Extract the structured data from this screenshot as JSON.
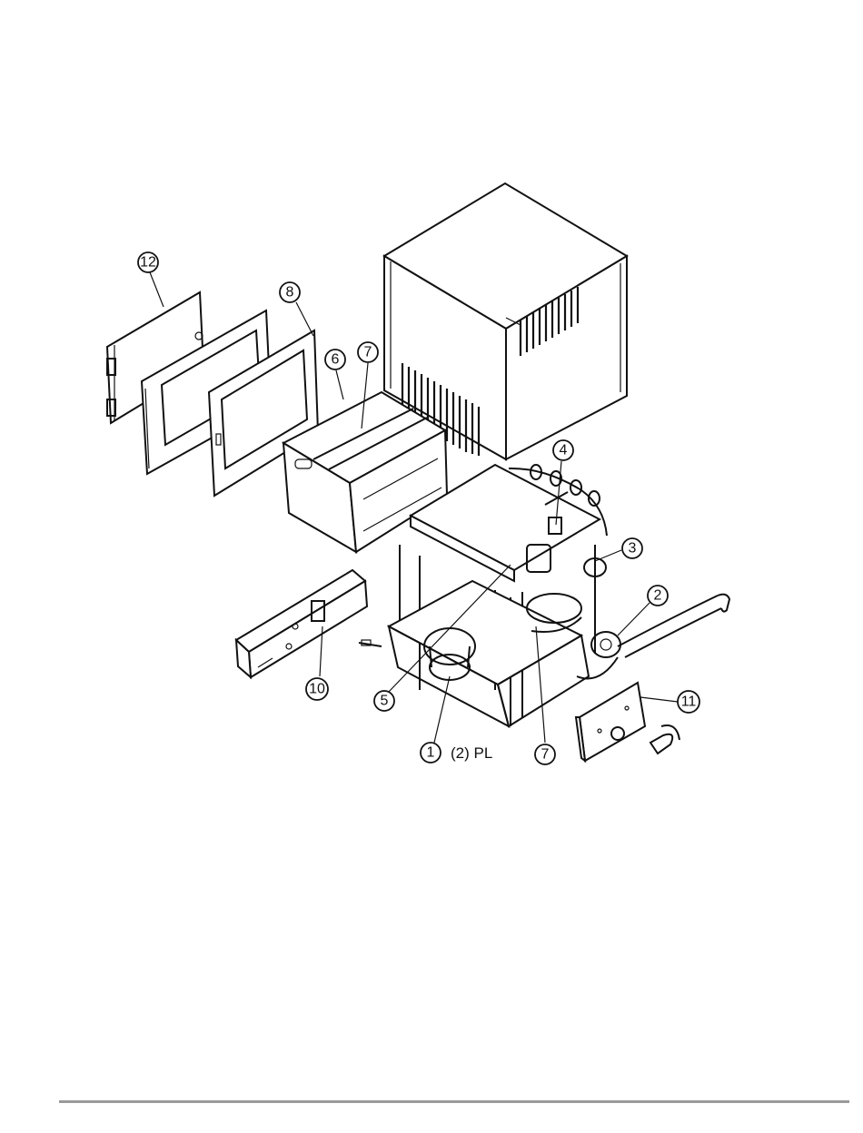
{
  "diagram": {
    "callouts": [
      {
        "id": "c12",
        "label": "12"
      },
      {
        "id": "c8",
        "label": "8"
      },
      {
        "id": "c6",
        "label": "6"
      },
      {
        "id": "c7a",
        "label": "7"
      },
      {
        "id": "c4",
        "label": "4"
      },
      {
        "id": "c3",
        "label": "3"
      },
      {
        "id": "c2",
        "label": "2"
      },
      {
        "id": "c10",
        "label": "10"
      },
      {
        "id": "c5",
        "label": "5"
      },
      {
        "id": "c1",
        "label": "1"
      },
      {
        "id": "c7b",
        "label": "7"
      },
      {
        "id": "c11",
        "label": "11"
      }
    ],
    "note_qty": "(2) PL"
  }
}
